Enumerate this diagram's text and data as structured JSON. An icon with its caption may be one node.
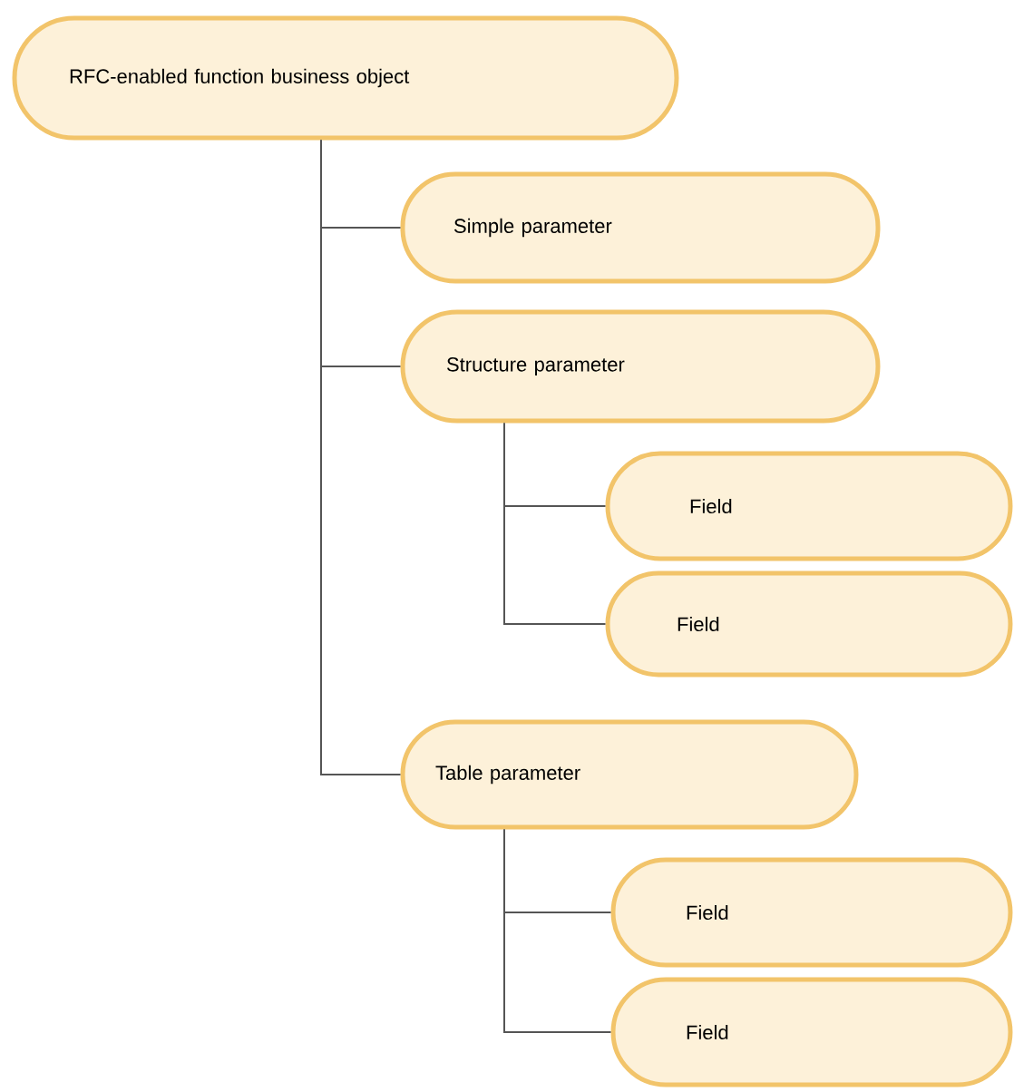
{
  "diagram": {
    "nodes": [
      {
        "text": [
          "RFC-enabled function business object"
        ]
      },
      {
        "text": [
          "Simple parameter"
        ]
      },
      {
        "text": [
          "Structure parameter"
        ]
      },
      {
        "text": [
          "Field"
        ]
      },
      {
        "text": [
          "Field"
        ]
      },
      {
        "text": [
          "Table parameter"
        ]
      },
      {
        "text": [
          "Field"
        ]
      },
      {
        "text": [
          "Field"
        ]
      }
    ],
    "edges": [
      {
        "from": 0,
        "to": 1,
        "arrow": "none"
      },
      {
        "from": 0,
        "to": 2,
        "arrow": "none"
      },
      {
        "from": 0,
        "to": 5,
        "arrow": "none"
      },
      {
        "from": 2,
        "to": 3,
        "arrow": "none"
      },
      {
        "from": 2,
        "to": 4,
        "arrow": "none"
      },
      {
        "from": 5,
        "to": 6,
        "arrow": "none"
      },
      {
        "from": 5,
        "to": 7,
        "arrow": "none"
      }
    ]
  }
}
